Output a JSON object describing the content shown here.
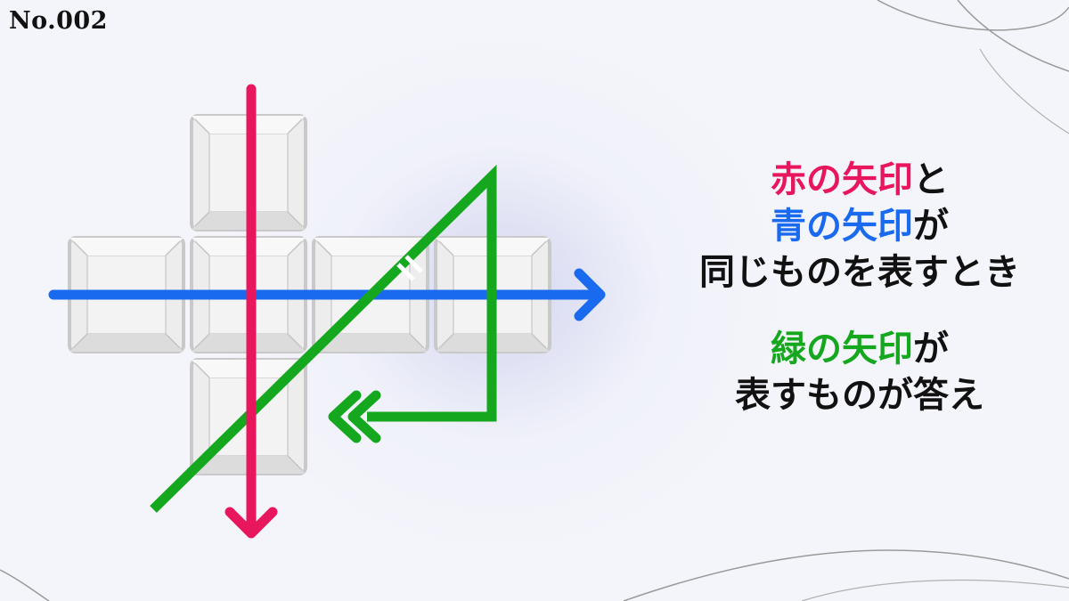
{
  "page_number": "No.002",
  "colors": {
    "red_arrow": "#e8175d",
    "blue_arrow": "#1a6af0",
    "green_arrow": "#15a81f",
    "tile_face": "#eaeaea",
    "tile_border": "#c8c8c8"
  },
  "puzzle": {
    "grid": "plus-shaped arrangement of 6 blank tiles (top, left, center, right, far-right, bottom)",
    "arrows": [
      {
        "color": "red",
        "direction": "down",
        "icon": "arrow-down-icon"
      },
      {
        "color": "blue",
        "direction": "right",
        "icon": "arrow-right-icon"
      },
      {
        "color": "green",
        "direction": "left",
        "icon": "double-chevron-left-icon"
      }
    ]
  },
  "rules": {
    "line1": {
      "red_term": "赤の矢印",
      "suffix": "と"
    },
    "line2": {
      "blue_term": "青の矢印",
      "suffix": "が"
    },
    "line3": "同じものを表すとき",
    "line4": {
      "green_term": "緑の矢印",
      "suffix": "が"
    },
    "line5": "表すものが答え"
  }
}
